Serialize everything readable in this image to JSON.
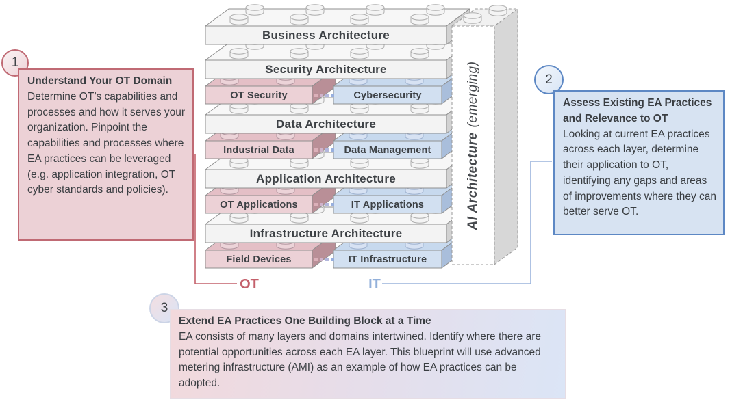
{
  "stack": {
    "bricks": {
      "business": "Business Architecture",
      "security": "Security Architecture",
      "ot_security": "OT Security",
      "cybersecurity": "Cybersecurity",
      "data": "Data Architecture",
      "industrial_data": "Industrial Data",
      "data_management": "Data Management",
      "application": "Application Architecture",
      "ot_applications": "OT Applications",
      "it_applications": "IT Applications",
      "infrastructure": "Infrastructure Architecture",
      "field_devices": "Field Devices",
      "it_infrastructure": "IT Infrastructure"
    },
    "ai_bar": {
      "name": "AI Architecture",
      "qualifier": "(emerging)"
    }
  },
  "axis": {
    "ot": "OT",
    "it": "IT"
  },
  "callouts": [
    {
      "number": "1",
      "title": "Understand Your OT Domain",
      "body": "Determine OT’s capabilities and processes and how it serves your organization. Pinpoint the capabilities and processes where EA practices can be leveraged (e.g. application integration, OT cyber standards and policies)."
    },
    {
      "number": "2",
      "title": "Assess Existing EA Practices and Relevance to OT",
      "body": "Looking at current EA practices across each layer, determine their application to OT, identifying any gaps and areas of improvements where they can better serve OT."
    },
    {
      "number": "3",
      "title": "Extend EA Practices One Building Block at a Time",
      "body": "EA consists of many layers and domains intertwined. Identify where there are potential opportunities across each EA layer. This blueprint will use advanced metering infrastructure (AMI) as an example of how EA practices can be adopted."
    }
  ],
  "colors": {
    "ot_accent": "#c4606b",
    "it_accent": "#92b0da",
    "ot_fill": "#ecd1d6",
    "it_fill": "#d7e3f2",
    "gray_brick": "#f3f3f3",
    "link_dots": [
      "#dbb0b9",
      "#cfb3cb",
      "#b2b6dc",
      "#97afde"
    ]
  }
}
